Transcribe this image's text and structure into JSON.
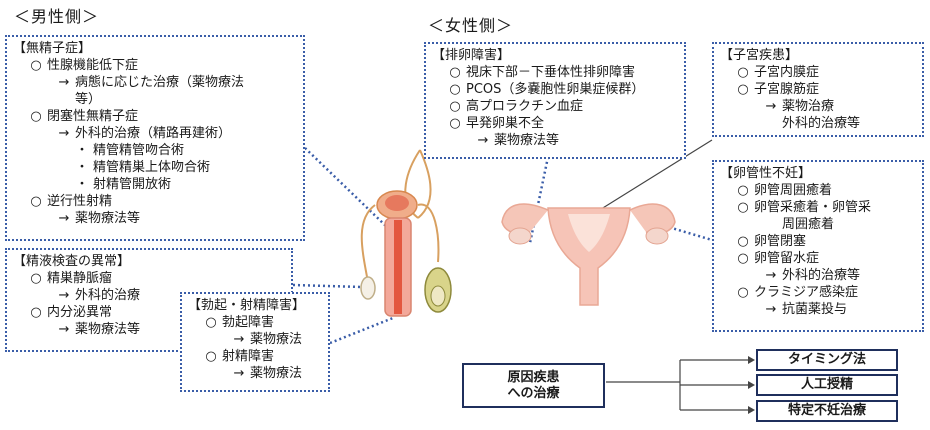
{
  "male_heading": "＜男性側＞",
  "female_heading": "＜女性側＞",
  "marks": {
    "circle": "○",
    "arrow": "→",
    "dot": "・"
  },
  "azoospermia": {
    "title": "【無精子症】",
    "lines": [
      {
        "mark": "circle",
        "text": "性腺機能低下症"
      },
      {
        "mark": "arrow",
        "text": "病態に応じた治療（薬物療法"
      },
      {
        "mark": "none",
        "text": "等）"
      },
      {
        "mark": "circle",
        "text": "閉塞性無精子症"
      },
      {
        "mark": "arrow",
        "text": "外科的治療（精路再建術）"
      },
      {
        "mark": "dot",
        "text": "精管精管吻合術"
      },
      {
        "mark": "dot",
        "text": "精管精巣上体吻合術"
      },
      {
        "mark": "dot",
        "text": "射精管開放術"
      },
      {
        "mark": "circle",
        "text": "逆行性射精"
      },
      {
        "mark": "arrow",
        "text": "薬物療法等"
      }
    ]
  },
  "semen": {
    "title": "【精液検査の異常】",
    "lines": [
      {
        "mark": "circle",
        "text": "精巣静脈瘤"
      },
      {
        "mark": "arrow",
        "text": "外科的治療"
      },
      {
        "mark": "circle",
        "text": "内分泌異常"
      },
      {
        "mark": "arrow",
        "text": "薬物療法等"
      }
    ]
  },
  "erection": {
    "title": "【勃起・射精障害】",
    "lines": [
      {
        "mark": "circle",
        "text": "勃起障害"
      },
      {
        "mark": "arrow",
        "text": "薬物療法"
      },
      {
        "mark": "circle",
        "text": "射精障害"
      },
      {
        "mark": "arrow",
        "text": "薬物療法"
      }
    ]
  },
  "ovulation": {
    "title": "【排卵障害】",
    "lines": [
      {
        "mark": "circle",
        "text": "視床下部－下垂体性排卵障害"
      },
      {
        "mark": "circle",
        "text": "PCOS（多嚢胞性卵巣症候群）"
      },
      {
        "mark": "circle",
        "text": "高プロラクチン血症"
      },
      {
        "mark": "circle",
        "text": "早発卵巣不全"
      },
      {
        "mark": "arrow",
        "text": "薬物療法等"
      }
    ]
  },
  "uterine": {
    "title": "【子宮疾患】",
    "lines": [
      {
        "mark": "circle",
        "text": "子宮内膜症"
      },
      {
        "mark": "circle",
        "text": "子宮腺筋症"
      },
      {
        "mark": "arrow",
        "text": "薬物治療"
      },
      {
        "mark": "none",
        "text": "外科的治療等"
      }
    ]
  },
  "tubal": {
    "title": "【卵管性不妊】",
    "lines": [
      {
        "mark": "circle",
        "text": "卵管周囲癒着"
      },
      {
        "mark": "circle",
        "text": "卵管采癒着・卵管采"
      },
      {
        "mark": "none",
        "text": "周囲癒着"
      },
      {
        "mark": "circle",
        "text": "卵管閉塞"
      },
      {
        "mark": "circle",
        "text": "卵管留水症"
      },
      {
        "mark": "arrow",
        "text": "外科的治療等"
      },
      {
        "mark": "circle",
        "text": "クラミジア感染症"
      },
      {
        "mark": "arrow",
        "text": "抗菌薬投与"
      }
    ]
  },
  "flow": {
    "source": "原因疾患\nへの治療",
    "targets": [
      "タイミング法",
      "人工授精",
      "特定不妊治療"
    ]
  }
}
